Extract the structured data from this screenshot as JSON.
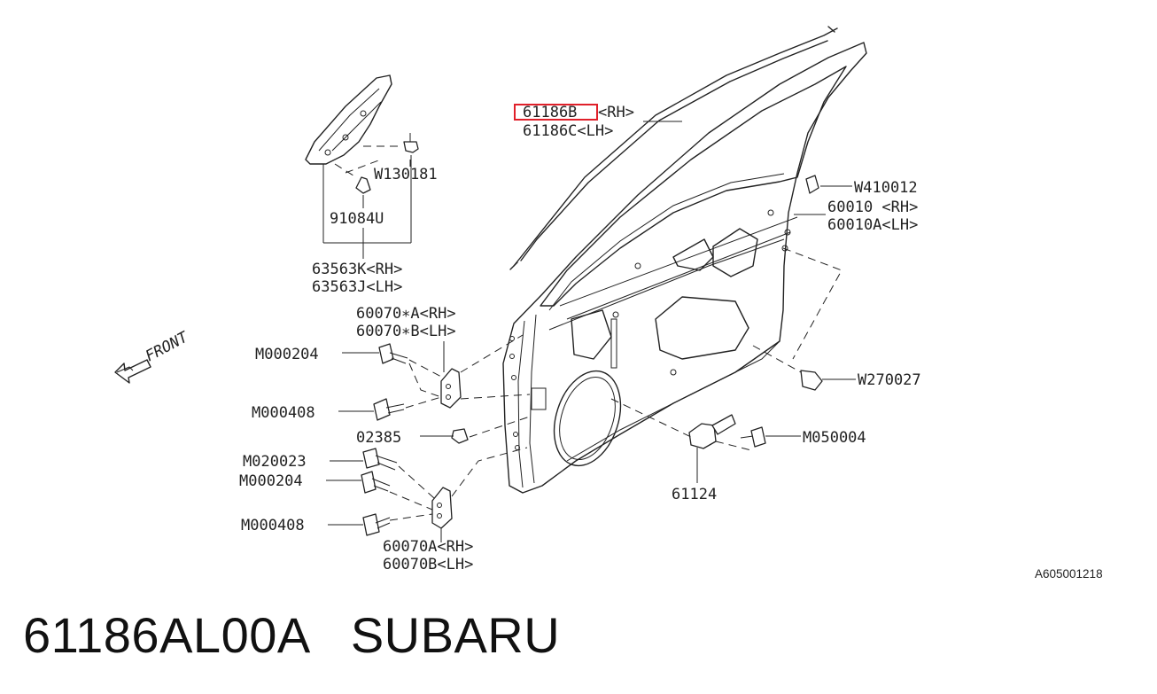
{
  "diagram": {
    "labels": {
      "part_61186B": "61186B",
      "part_61186B_side": "<RH>",
      "part_61186C": "61186C<LH>",
      "w130181": "W130181",
      "p91084u": "91084U",
      "p63563k": "63563K<RH>",
      "p63563j": "63563J<LH>",
      "w410012": "W410012",
      "p60010": "60010 <RH>",
      "p60010a": "60010A<LH>",
      "p60070a_star": "60070∗A<RH>",
      "p60070b_star": "60070∗B<LH>",
      "m000204_a": "M000204",
      "m000408_a": "M000408",
      "p02385": "02385",
      "m020023": "M020023",
      "m000204_b": "M000204",
      "m000408_b": "M000408",
      "p60070a": "60070A<RH>",
      "p60070b": "60070B<LH>",
      "w270027": "W270027",
      "m050004": "M050004",
      "p61124": "61124",
      "front": "FRONT",
      "diagram_code": "A605001218"
    },
    "highlight_color": "#e0202a"
  },
  "caption": {
    "part_number": "61186AL00A",
    "brand": "SUBARU"
  }
}
